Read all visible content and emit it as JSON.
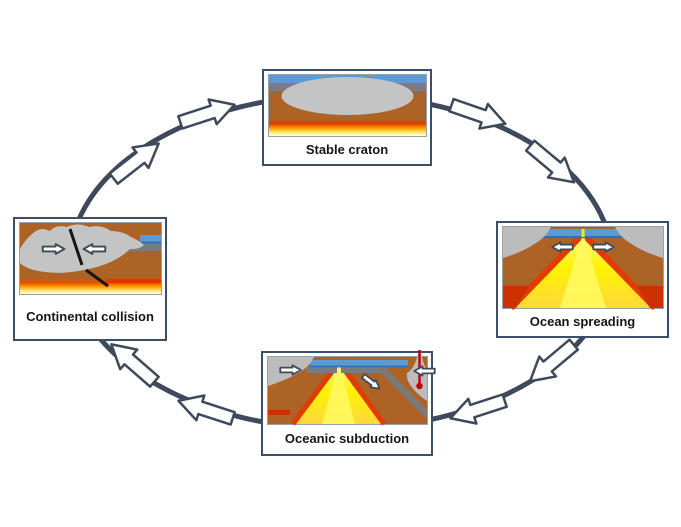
{
  "stages": {
    "top": {
      "label": "Stable craton"
    },
    "right": {
      "label": "Ocean spreading"
    },
    "bottom": {
      "label": "Oceanic subduction"
    },
    "left": {
      "label": "Continental collision"
    }
  },
  "cycle": {
    "direction": "clockwise",
    "arrows_per_segment": 2,
    "total_cycle_arrows": 8
  },
  "colors": {
    "cycle_arc": "#3E4A5C",
    "panel_border": "#3C4F68",
    "water_blue": "#5B9BD5",
    "water_dark_blue": "#2E74B5",
    "continent_gray": "#BFBFBF",
    "oceanic_crust_gray": "#7B7B7B",
    "mantle_brown": "#AD6226",
    "magma_red": "#E23B00",
    "magma_orange": "#FF9900",
    "magma_yellow": "#FFEE55",
    "fault_black": "#1A1A1A",
    "volcano_conduit_red": "#C00000",
    "block_arrow_fill": "#FFFFFF"
  }
}
